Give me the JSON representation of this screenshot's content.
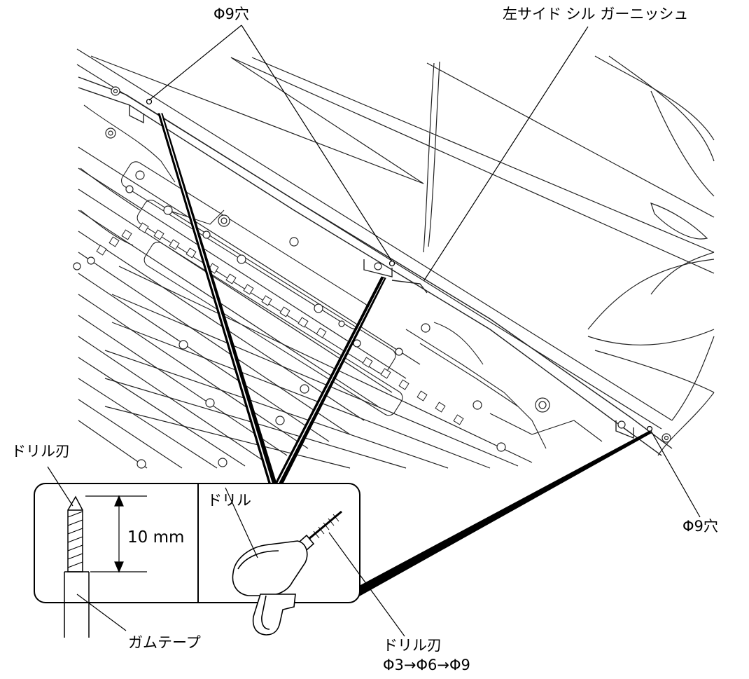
{
  "labels": {
    "hole_top": "Φ9穴",
    "garnish": "左サイド シル ガーニッシュ",
    "hole_right": "Φ9穴",
    "drill_bit_left": "ドリル刃",
    "depth": "10 mm",
    "gum_tape": "ガムテープ",
    "drill": "ドリル",
    "drill_bit_bottom": "ドリル刃",
    "drill_sequence": "Φ3→Φ6→Φ9"
  }
}
